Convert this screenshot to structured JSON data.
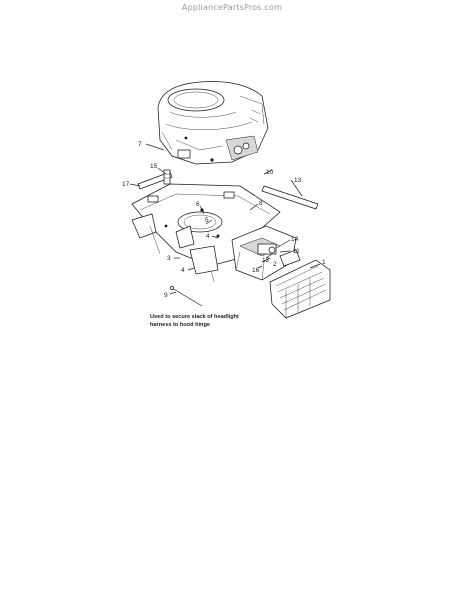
{
  "watermark": "AppliancePartsPros.com",
  "callouts": [
    {
      "id": "c1",
      "text": "1"
    },
    {
      "id": "c2",
      "text": "2"
    },
    {
      "id": "c3",
      "text": "3"
    },
    {
      "id": "c4",
      "text": "4"
    },
    {
      "id": "c5",
      "text": "5"
    },
    {
      "id": "c6",
      "text": "6"
    },
    {
      "id": "c7",
      "text": "7"
    },
    {
      "id": "c8",
      "text": "8"
    },
    {
      "id": "c9",
      "text": "9"
    },
    {
      "id": "c10",
      "text": "10"
    },
    {
      "id": "c11",
      "text": "11"
    },
    {
      "id": "c12",
      "text": "12"
    },
    {
      "id": "c13",
      "text": "13"
    },
    {
      "id": "c14",
      "text": "14"
    },
    {
      "id": "c15",
      "text": "15"
    },
    {
      "id": "c16",
      "text": "16"
    },
    {
      "id": "c17",
      "text": "17"
    }
  ],
  "note": {
    "line1": "Used to secure slack of headlight",
    "line2": "harness to hood hinge"
  }
}
